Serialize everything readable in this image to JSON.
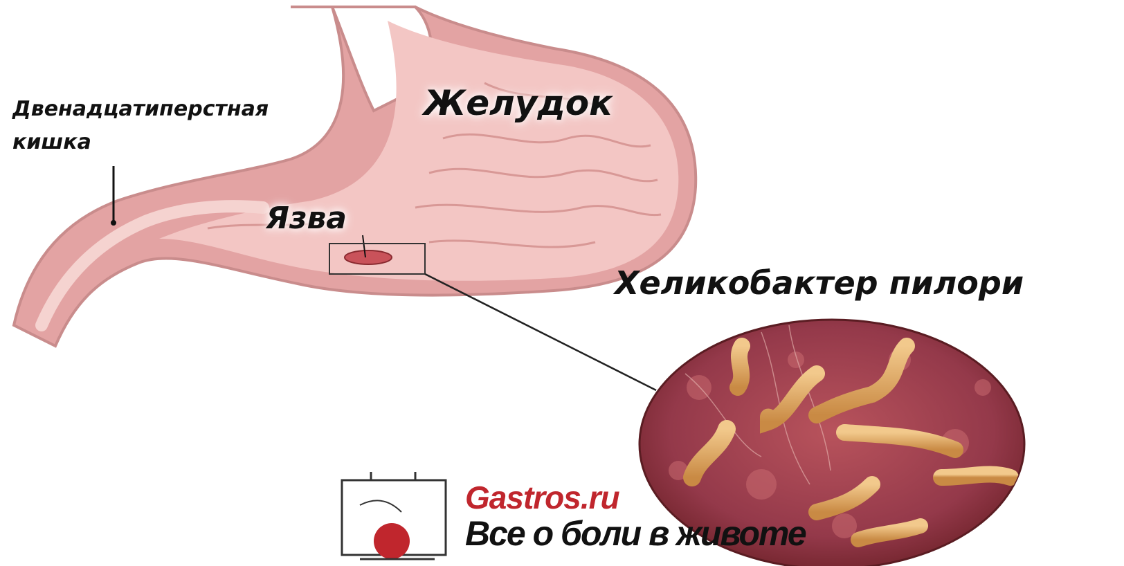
{
  "labels": {
    "duodenum_line1": "Двенадцатиперстная",
    "duodenum_line2": "кишка",
    "stomach": "Желудок",
    "ulcer": "Язва",
    "bacteria": "Хеликобактер пилори"
  },
  "brand": {
    "site": "Gastros.ru",
    "slogan": "Все о боли в животе"
  },
  "colors": {
    "stomach_wall": "#e3a3a3",
    "stomach_inner": "#f3c6c4",
    "stomach_outline": "#c98c8c",
    "tissue": "#a44650",
    "tissue_dark": "#6d2128",
    "bacterium": "#dca466",
    "brand_red": "#c0262d",
    "text": "#111111"
  }
}
